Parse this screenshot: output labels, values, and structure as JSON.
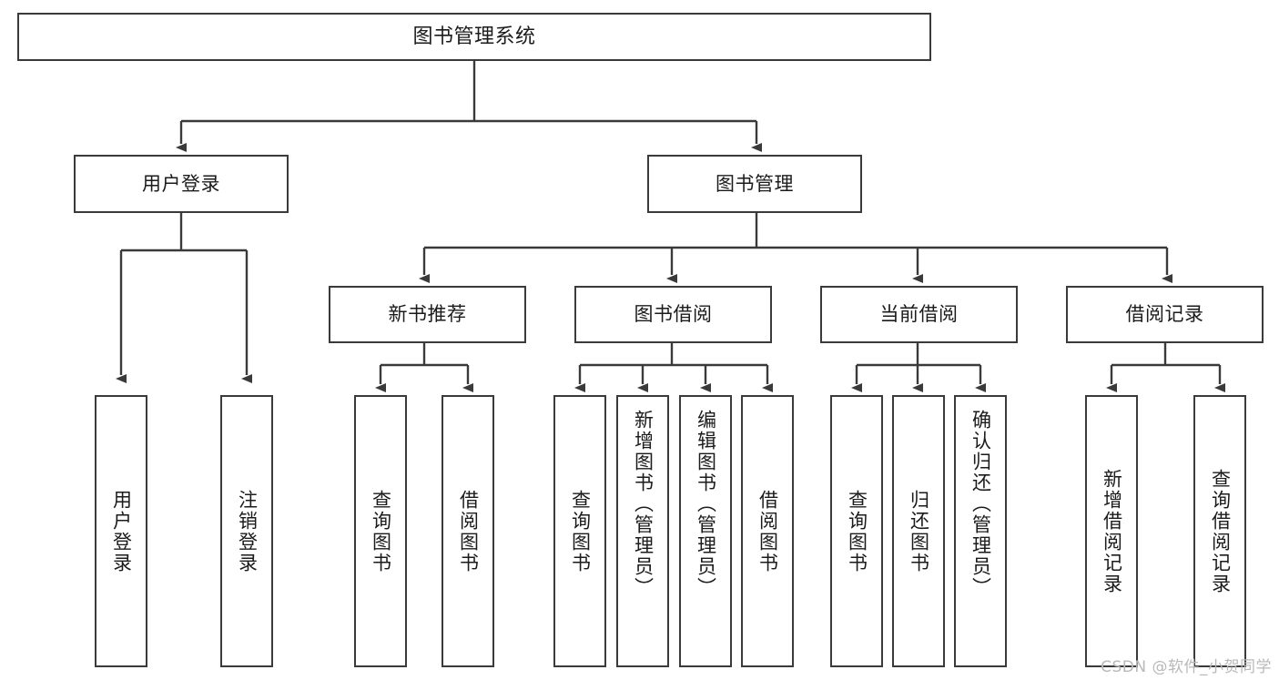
{
  "diagram": {
    "title": "图书管理系统",
    "watermark": "CSDN @软件_小贺同学",
    "line_color": "#3a3a3a",
    "box_fill": "#ffffff",
    "text_color": "#1b1b1b",
    "watermark_color": "#b9b9b9"
  },
  "nodes": {
    "root": "图书管理系统",
    "level2": {
      "user_login": "用户登录",
      "book_manage": "图书管理"
    },
    "level3": {
      "new_book_recommend": "新书推荐",
      "book_borrow": "图书借阅",
      "current_borrow": "当前借阅",
      "borrow_record": "借阅记录"
    },
    "leaves": {
      "user_login_1": "用户登录",
      "user_login_2": "注销登录",
      "recommend_1": "查询图书",
      "recommend_2": "借阅图书",
      "borrow_1": "查询图书",
      "borrow_2": "新增图书（管理员）",
      "borrow_3": "编辑图书（管理员）",
      "borrow_4": "借阅图书",
      "current_1": "查询图书",
      "current_2": "归还图书",
      "current_3": "确认归还（管理员）",
      "record_1": "新增借阅记录",
      "record_2": "查询借阅记录"
    }
  }
}
